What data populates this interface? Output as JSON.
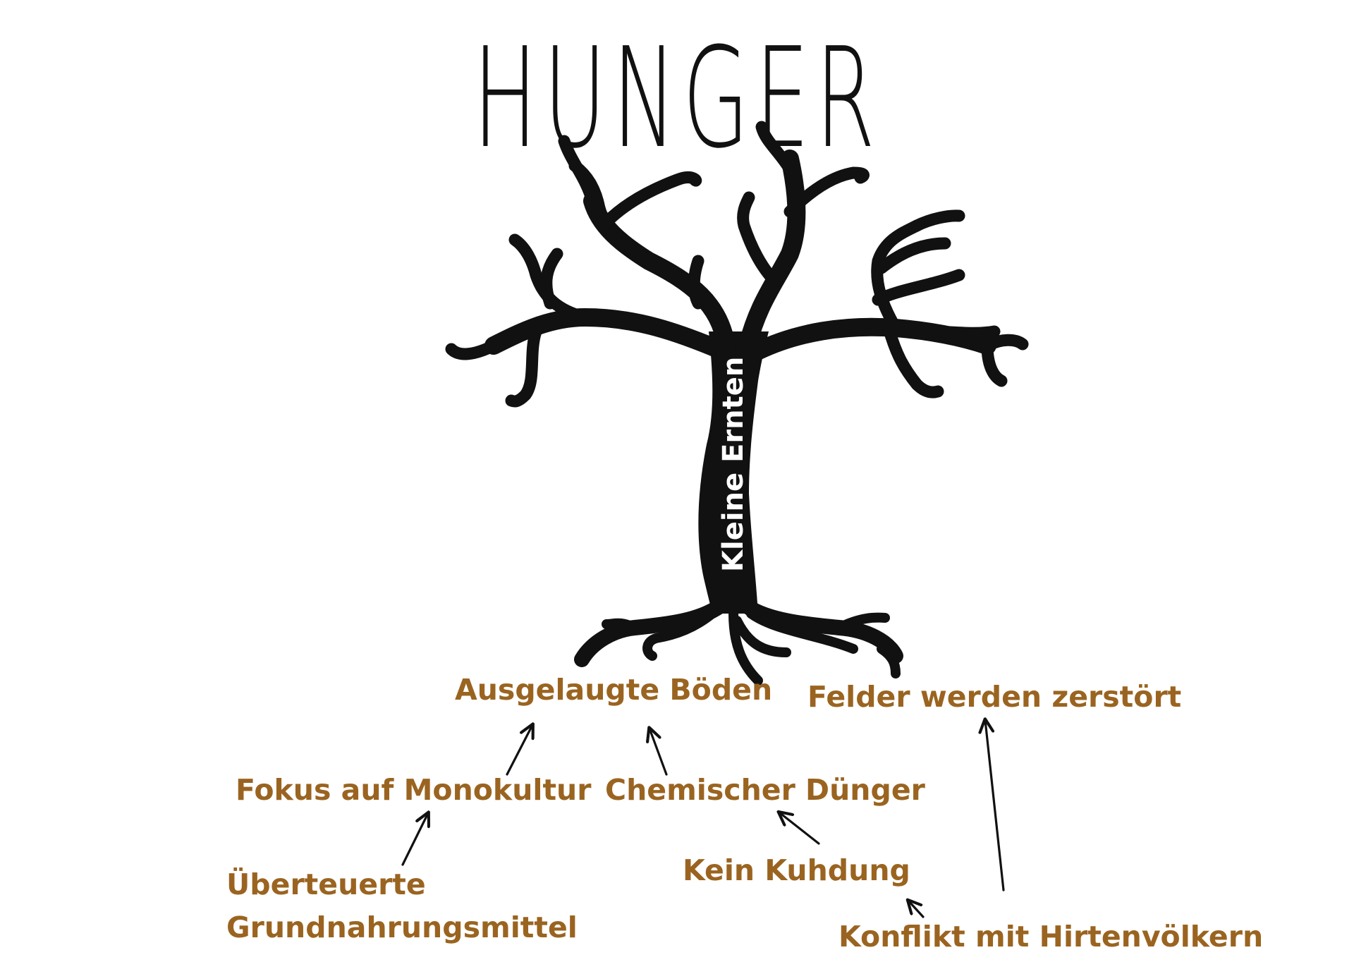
{
  "title": "HUNGER",
  "trunk_label": "Kleine Ernten",
  "causes": {
    "ausgelaugte_boeden": "Ausgelaugte Böden",
    "felder_zerstoert": "Felder werden zerstört",
    "fokus_monokultur": "Fokus auf Monokultur",
    "chemischer_duenger": "Chemischer Dünger",
    "kein_kuhdung": "Kein Kuhdung",
    "ueberteuerte_line1": "Überteuerte",
    "ueberteuerte_line2": "Grundnahrungsmittel",
    "konflikt": "Konflikt mit Hirtenvölkern"
  },
  "colors": {
    "label": "#9a6420",
    "tree": "#111111",
    "arrow": "#111111"
  },
  "icons": {
    "tree": "bare-tree-illustration"
  }
}
